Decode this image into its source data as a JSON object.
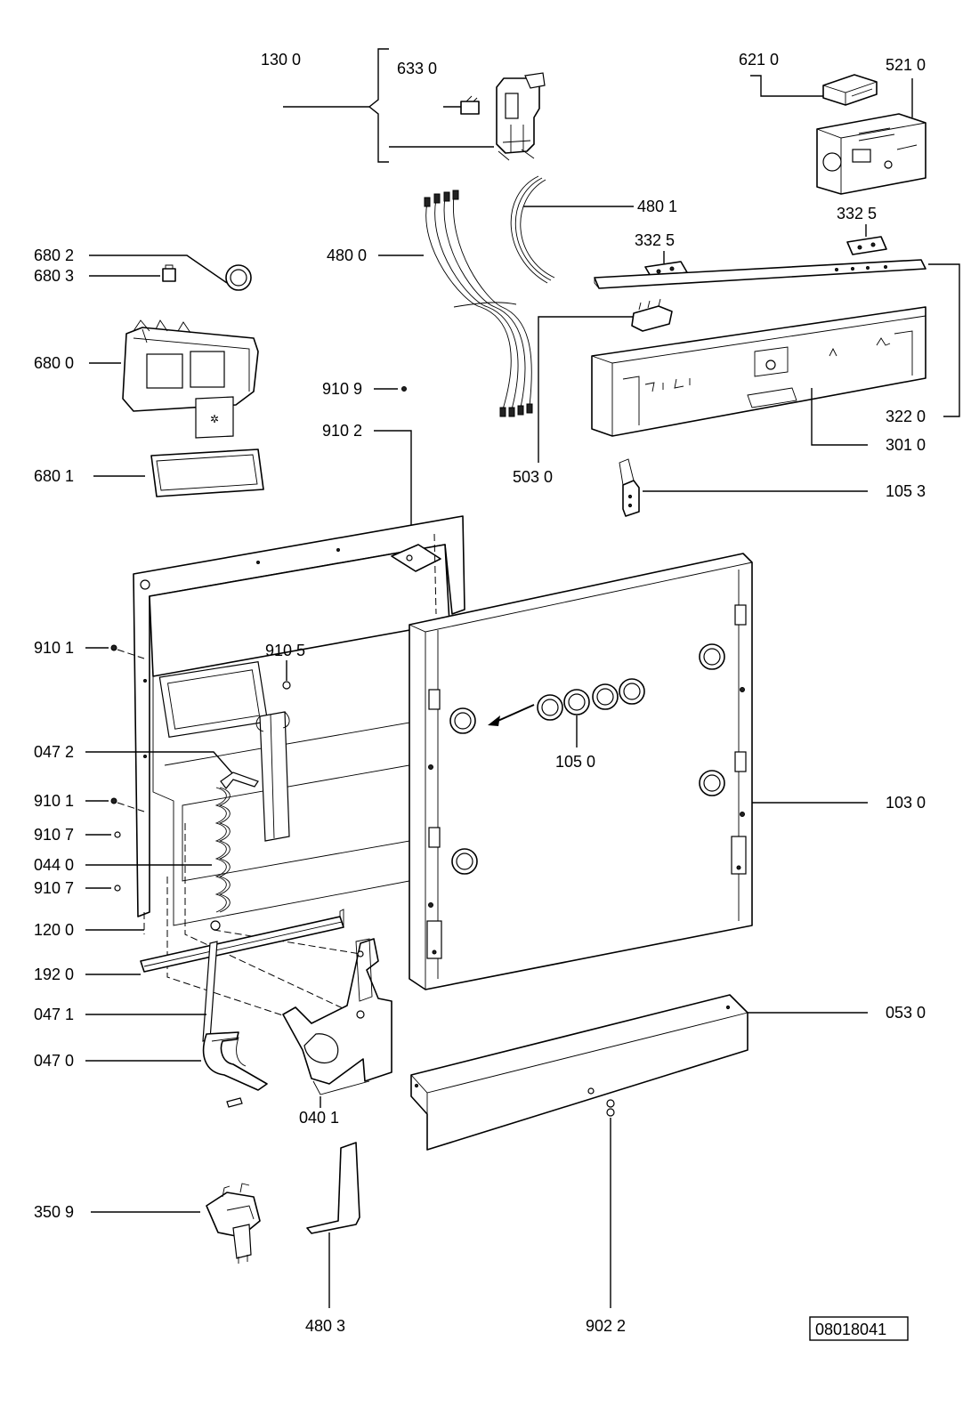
{
  "labels": {
    "l_130_0": "130 0",
    "l_633_0": "633 0",
    "l_621_0": "621 0",
    "l_521_0": "521 0",
    "l_480_1": "480 1",
    "l_480_0": "480 0",
    "l_332_5_a": "332  5",
    "l_332_5_b": "332  5",
    "l_680_2": "680 2",
    "l_680_3": "680 3",
    "l_680_0": "680 0",
    "l_680_1": "680 1",
    "l_910_9": "910 9",
    "l_910_2": "910 2",
    "l_322_0": "322 0",
    "l_301_0": "301 0",
    "l_503_0": "503 0",
    "l_105_3": "105 3",
    "l_910_1_a": "910 1",
    "l_910_5": "910 5",
    "l_047_2": "047 2",
    "l_105_0": "105 0",
    "l_910_1_b": "910 1",
    "l_103_0": "103 0",
    "l_910_7_a": "910 7",
    "l_044_0": "044 0",
    "l_910_7_b": "910 7",
    "l_120_0": "120 0",
    "l_192_0": "192 0",
    "l_053_0": "053 0",
    "l_047_1": "047 1",
    "l_047_0": "047 0",
    "l_040_1": "040 1",
    "l_350_9": "350 9",
    "l_480_3": "480 3",
    "l_902_2": "902 2"
  },
  "drawing_number": "08018041"
}
